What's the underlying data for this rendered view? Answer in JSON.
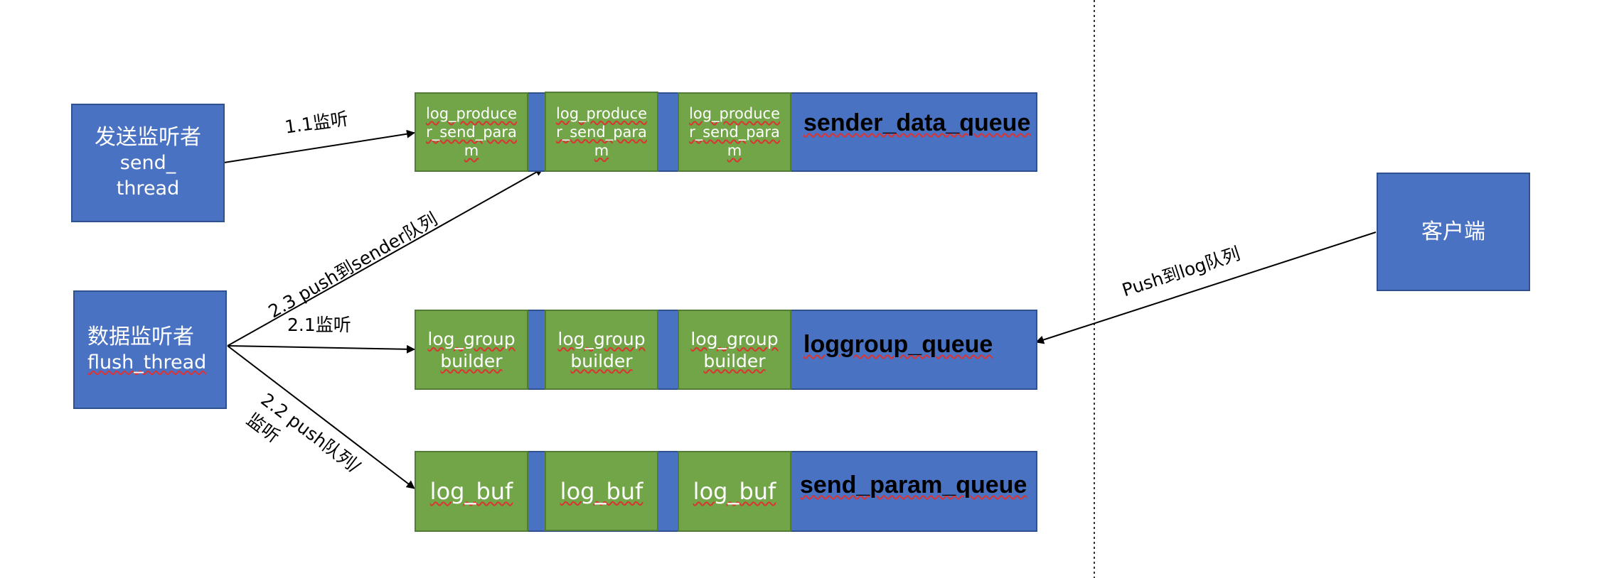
{
  "actors": {
    "send_listener": {
      "line1": "发送监听者",
      "line2": "send_",
      "line3": "thread"
    },
    "data_listener": {
      "line1": "数据监听者",
      "line2": "flush_thread"
    },
    "client": {
      "label": "客户端"
    }
  },
  "queues": {
    "sender": {
      "label": "sender_data_queue",
      "cells": [
        [
          "log_produce",
          "r_send_para",
          "m"
        ],
        [
          "log_produce",
          "r_send_para",
          "m"
        ],
        [
          "log_produce",
          "r_send_para",
          "m"
        ]
      ]
    },
    "loggroup": {
      "label": "loggroup_queue",
      "cells": [
        [
          "log_group",
          "builder"
        ],
        [
          "log_group",
          "builder"
        ],
        [
          "log_group",
          "builder"
        ]
      ]
    },
    "sendparam": {
      "label": "send_param_queue",
      "cells": [
        "log_buf",
        "log_buf",
        "log_buf"
      ]
    }
  },
  "edges": {
    "e11": "1.1监听",
    "e23": "2.3 push到sender队列",
    "e21": "2.1监听",
    "e22_line1": "2.2 push队列/",
    "e22_line2": "监听",
    "client_push": "Push到log队列"
  },
  "colors": {
    "box": "#4a72c2",
    "cell": "#72a548",
    "spell_underline": "#d33"
  }
}
